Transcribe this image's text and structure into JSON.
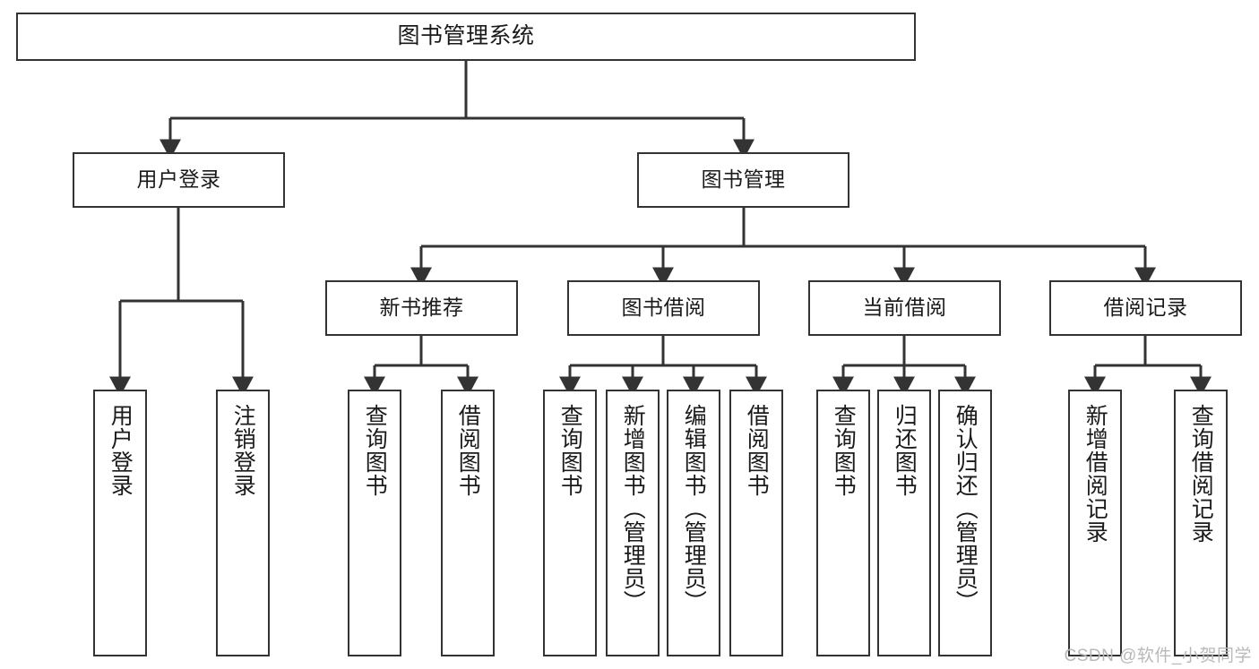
{
  "diagram": {
    "title": "图书管理系统",
    "root": {
      "id": "root",
      "label": "图书管理系统"
    },
    "level1": [
      {
        "id": "user-login",
        "label": "用户登录"
      },
      {
        "id": "book-manage",
        "label": "图书管理"
      }
    ],
    "level2": [
      {
        "id": "new-book-recommend",
        "label": "新书推荐"
      },
      {
        "id": "book-borrow",
        "label": "图书借阅"
      },
      {
        "id": "current-borrow",
        "label": "当前借阅"
      },
      {
        "id": "borrow-record",
        "label": "借阅记录"
      }
    ],
    "leaves": [
      {
        "id": "leaf-user-login",
        "label": "用户登录",
        "parent": "user-login"
      },
      {
        "id": "leaf-logout-login",
        "label": "注销登录",
        "parent": "user-login"
      },
      {
        "id": "leaf-query-book-1",
        "label": "查询图书",
        "parent": "new-book-recommend"
      },
      {
        "id": "leaf-borrow-book-1",
        "label": "借阅图书",
        "parent": "new-book-recommend"
      },
      {
        "id": "leaf-query-book-2",
        "label": "查询图书",
        "parent": "book-borrow"
      },
      {
        "id": "leaf-add-book",
        "label": "新增图书（管理员）",
        "parent": "book-borrow"
      },
      {
        "id": "leaf-edit-book",
        "label": "编辑图书（管理员）",
        "parent": "book-borrow"
      },
      {
        "id": "leaf-borrow-book-2",
        "label": "借阅图书",
        "parent": "book-borrow"
      },
      {
        "id": "leaf-query-book-3",
        "label": "查询图书",
        "parent": "current-borrow"
      },
      {
        "id": "leaf-return-book",
        "label": "归还图书",
        "parent": "current-borrow"
      },
      {
        "id": "leaf-confirm-return",
        "label": "确认归还（管理员）",
        "parent": "current-borrow"
      },
      {
        "id": "leaf-add-record",
        "label": "新增借阅记录",
        "parent": "borrow-record"
      },
      {
        "id": "leaf-query-record",
        "label": "查询借阅记录",
        "parent": "borrow-record"
      }
    ],
    "colors": {
      "box_border": "#333333",
      "box_fill": "#ffffff",
      "edge": "#333333",
      "text": "#1a1a1a",
      "watermark": "#b9b9b9",
      "background": "#ffffff"
    }
  },
  "watermark": {
    "text": "CSDN @软件_小贺同学"
  }
}
